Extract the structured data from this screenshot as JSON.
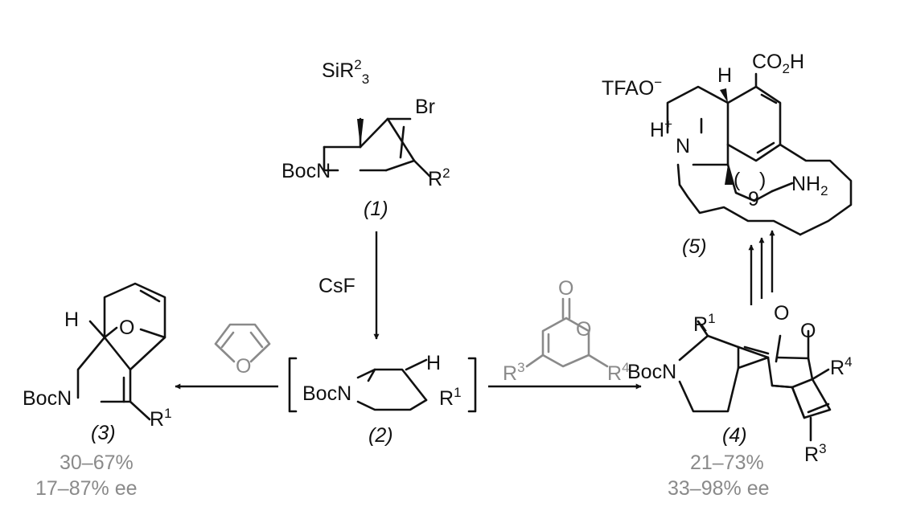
{
  "compounds": {
    "c1": {
      "number": "(1)",
      "silyl": "SiR",
      "silyl_sup": "2",
      "silyl_sub": "3",
      "br": "Br",
      "bocn": "BocN",
      "r": "R",
      "r_sup": "2"
    },
    "c2": {
      "number": "(2)",
      "bocn": "BocN",
      "h": "H",
      "r": "R",
      "r_sup": "1"
    },
    "c3": {
      "number": "(3)",
      "bocn": "BocN",
      "h": "H",
      "o": "O",
      "r": "R",
      "r_sup": "1",
      "yield": "30–67%",
      "ee": "17–87% ee"
    },
    "c4": {
      "number": "(4)",
      "bocn": "BocN",
      "r1": "R",
      "r1_sup": "1",
      "o1": "O",
      "o2": "O",
      "r4": "R",
      "r4_sup": "4",
      "r3": "R",
      "r3_sup": "3",
      "yield": "21–73%",
      "ee": "33–98% ee"
    },
    "c5": {
      "number": "(5)",
      "counterion": "TFAO",
      "counterion_sup": "−",
      "hn": "H",
      "hn_plus": "+",
      "n": "N",
      "h": "H",
      "co2h_a": "CO",
      "co2h_sub": "2",
      "co2h_b": "H",
      "paren_open": "(",
      "paren_close": ")",
      "repeat": "9",
      "nh2_a": "NH",
      "nh2_sub": "2"
    }
  },
  "reagents": {
    "csf": "CsF",
    "furan_o": "O",
    "pyrone": {
      "o_carbonyl": "O",
      "o_ring": "O",
      "r3": "R",
      "r3_sup": "3",
      "r4": "R",
      "r4_sup": "4"
    }
  },
  "colors": {
    "main": "#111111",
    "reagent_gray": "#8a8a8a"
  }
}
